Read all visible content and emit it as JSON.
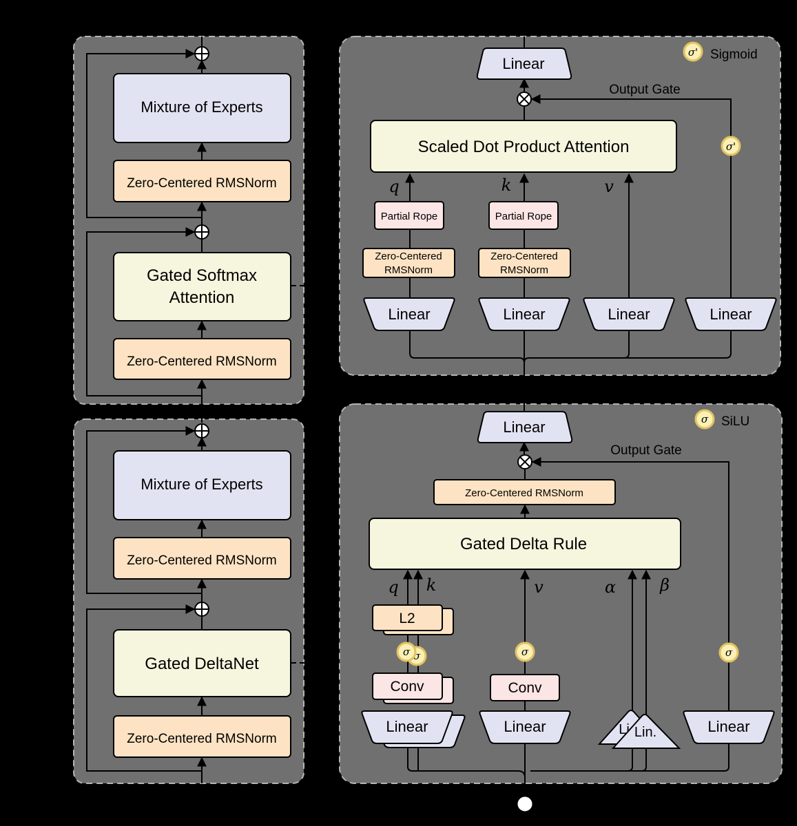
{
  "left_top_block": {
    "moe": "Mixture of Experts",
    "norm_top": "Zero-Centered RMSNorm",
    "attention_line1": "Gated Softmax",
    "attention_line2": "Attention",
    "norm_bottom": "Zero-Centered RMSNorm"
  },
  "left_bottom_block": {
    "moe": "Mixture of Experts",
    "norm_top": "Zero-Centered RMSNorm",
    "deltanet": "Gated DeltaNet",
    "norm_bottom": "Zero-Centered RMSNorm"
  },
  "attention_detail": {
    "legend_symbol": "σ'",
    "legend_label": "Sigmoid",
    "out_linear": "Linear",
    "output_gate": "Output Gate",
    "sdpa": "Scaled Dot Product Attention",
    "q": "q",
    "k": "k",
    "v": "v",
    "gate_symbol": "σ'",
    "rope_q": "Partial Rope",
    "rope_k": "Partial Rope",
    "norm_q_line1": "Zero-Centered",
    "norm_q_line2": "RMSNorm",
    "norm_k_line1": "Zero-Centered",
    "norm_k_line2": "RMSNorm",
    "linear_q": "Linear",
    "linear_k": "Linear",
    "linear_v": "Linear",
    "linear_gate": "Linear"
  },
  "deltanet_detail": {
    "legend_symbol": "σ",
    "legend_label": "SiLU",
    "out_linear": "Linear",
    "output_gate": "Output Gate",
    "norm": "Zero-Centered RMSNorm",
    "rule": "Gated Delta Rule",
    "q": "q",
    "k": "k",
    "v": "v",
    "alpha": "α",
    "beta": "β",
    "l2": "L2",
    "act_qk": "σ",
    "act_qk_back": "σ",
    "act_v": "σ",
    "act_gate": "σ",
    "conv_qk": "Conv",
    "conv_v": "Conv",
    "linear_qk": "Linear",
    "linear_v": "Linear",
    "lin_ab_back": "Li",
    "lin_ab_front": "Lin.",
    "linear_gate": "Linear"
  }
}
